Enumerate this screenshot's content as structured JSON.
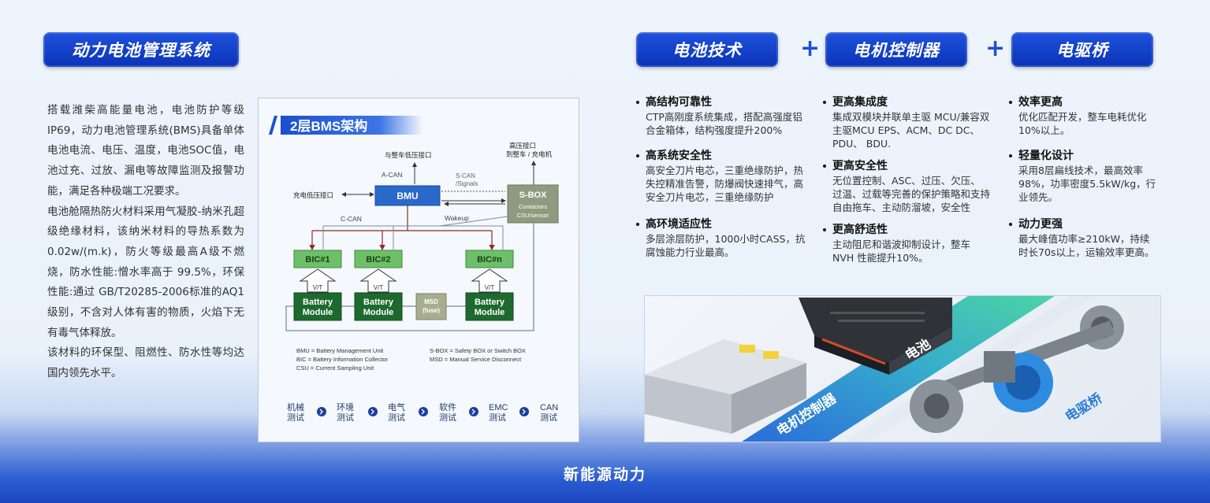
{
  "left_title": "动力电池管理系统",
  "pills": {
    "battery": "电池技术",
    "motor_controller": "电机控制器",
    "e_axle": "电驱桥",
    "plus": "+"
  },
  "description": {
    "p1": "搭载潍柴高能量电池，电池防护等级IP69，动力电池管理系统(BMS)具备单体电池电流、电压、温度，电池SOC值，电池过充、过放、漏电等故障监测及报警功能，满足各种极端工况要求。",
    "p2": "电池舱隔热防火材料采用气凝胶-纳米孔超级绝缘材料，该纳米材料的导热系数为0.02w/(m.k)，防火等级最高A级不燃烧，防水性能:憎水率高于 99.5%，环保性能:通过 GB/T20285-2006标准的AQ1级别，不含对人体有害的物质，火焰下无有毒气体释放。",
    "p3": "该材料的环保型、阻燃性、防水性等均达国内领先水平。"
  },
  "bms": {
    "title": "2层BMS架构",
    "vehicle_lv_port": "与整车低压接口",
    "hv_port_line1": "高压接口",
    "hv_port_line2": "到整车 / 充电机",
    "acan": "A-CAN",
    "scan_line1": "S-CAN",
    "scan_line2": "/Signals",
    "charge_lv_port": "充电低压接口",
    "bmu": "BMU",
    "sbox": "S-BOX",
    "sbox_sub1": "Contactors",
    "sbox_sub2": "CSU/sensor",
    "ccan": "C-CAN",
    "wakeup": "Wakeup",
    "bic1": "BIC#1",
    "bic2": "BIC#2",
    "bicn": "BIC#n",
    "vt": "V/T",
    "battery_line1": "Battery",
    "battery_line2": "Module",
    "msd_line1": "MSD",
    "msd_line2": "(fuse)",
    "legend": [
      "BMU = Battery Management Unit",
      "BIC = Battery Information Collector",
      "CSU = Current Sampling Unit",
      "S-BOX = Safety BOX or Switch BOX",
      "MSD = Manual Service Disconnect"
    ],
    "tests": [
      {
        "l1": "机械",
        "l2": "测试"
      },
      {
        "l1": "环境",
        "l2": "测试"
      },
      {
        "l1": "电气",
        "l2": "测试"
      },
      {
        "l1": "软件",
        "l2": "测试"
      },
      {
        "l1": "EMC",
        "l2": "测试"
      },
      {
        "l1": "CAN",
        "l2": "测试"
      }
    ]
  },
  "features": {
    "battery": [
      {
        "title": "高结构可靠性",
        "body": "CTP高刚度系统集成，搭配高强度铝合金箱体，结构强度提升200%"
      },
      {
        "title": "高系统安全性",
        "body": "高安全刀片电芯，三重绝缘防护，热失控精准告警，防爆阀快速排气，高安全刀片电芯，三重绝缘防护"
      },
      {
        "title": "高环境适应性",
        "body": "多层涂层防护，1000小时CASS，抗腐蚀能力行业最高。"
      }
    ],
    "motor_controller": [
      {
        "title": "更高集成度",
        "body": "集成双模块并联单主驱 MCU/兼容双主驱MCU EPS、ACM、DC DC、PDU、 BDU."
      },
      {
        "title": "更高安全性",
        "body": "无位置控制、ASC、过压、欠压、过温、过载等完善的保护策略和支持自由拖车、主动防溜坡，安全性"
      },
      {
        "title": "更高舒适性",
        "body": "主动阻尼和谐波抑制设计，整车 NVH 性能提升10%。"
      }
    ],
    "e_axle": [
      {
        "title": "效率更高",
        "body": "优化匹配开发，整车电耗优化10%以上。"
      },
      {
        "title": "轻量化设计",
        "body": "采用8层扁线技术，最高效率98%，功率密度5.5kW/kg，行业领先。"
      },
      {
        "title": "动力更强",
        "body": "最大峰值功率≥210kW，持续时长70s以上，运输效率更高。"
      }
    ]
  },
  "photo_labels": {
    "battery": "电池",
    "motor_controller": "电机控制器",
    "e_axle": "电驱桥"
  },
  "footer": "新能源动力"
}
